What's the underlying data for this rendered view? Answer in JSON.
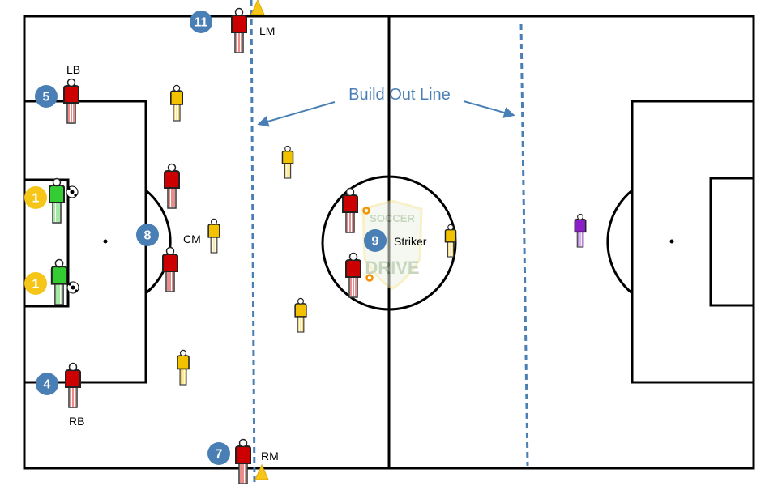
{
  "title": "Build Out Line",
  "colors": {
    "line": "#000000",
    "build_out_line": "#4a7fb5",
    "number_badge": "#4a7fb5",
    "goalkeeper_badge": "#f5c518",
    "team_red": "#cc0000",
    "team_yellow": "#f2c200",
    "goalkeeper_green": "#33cc33",
    "opponent_keeper": "#8a1fc7",
    "cone": "#f5c518",
    "marker": "#f39200"
  },
  "labels": {
    "lm": "LM",
    "lb": "LB",
    "cm": "CM",
    "striker": "Striker",
    "rb": "RB",
    "rm": "RM"
  },
  "numbers": {
    "lm": "11",
    "lb": "5",
    "cm": "8",
    "rb": "4",
    "rm": "7",
    "striker": "9",
    "gk1": "1",
    "gk2": "1"
  },
  "logo": {
    "line1": "SOCCER",
    "line2": "DRIVE"
  }
}
